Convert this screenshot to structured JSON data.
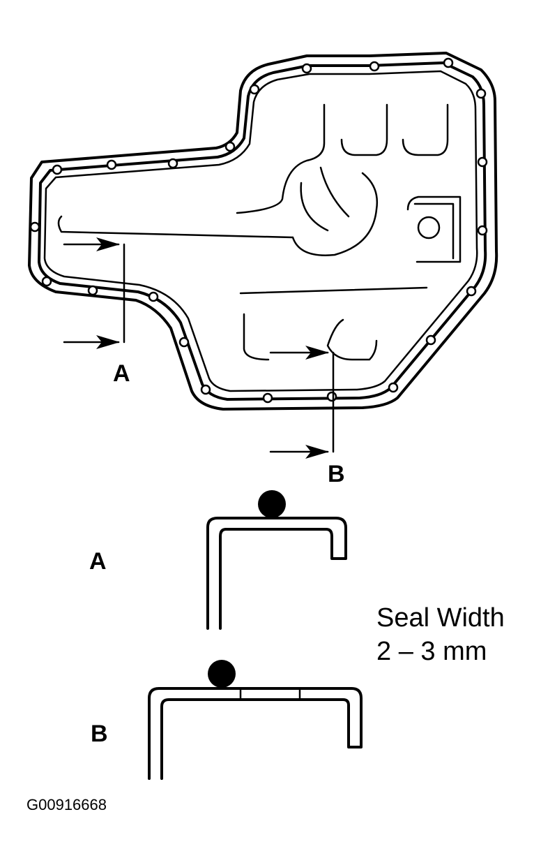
{
  "labels": {
    "section_a_top": "A",
    "section_b_top": "B",
    "section_a_detail": "A",
    "section_b_detail": "B"
  },
  "note": {
    "line1": "Seal Width",
    "line2": "2 – 3 mm"
  },
  "figure_code": "G00916668"
}
